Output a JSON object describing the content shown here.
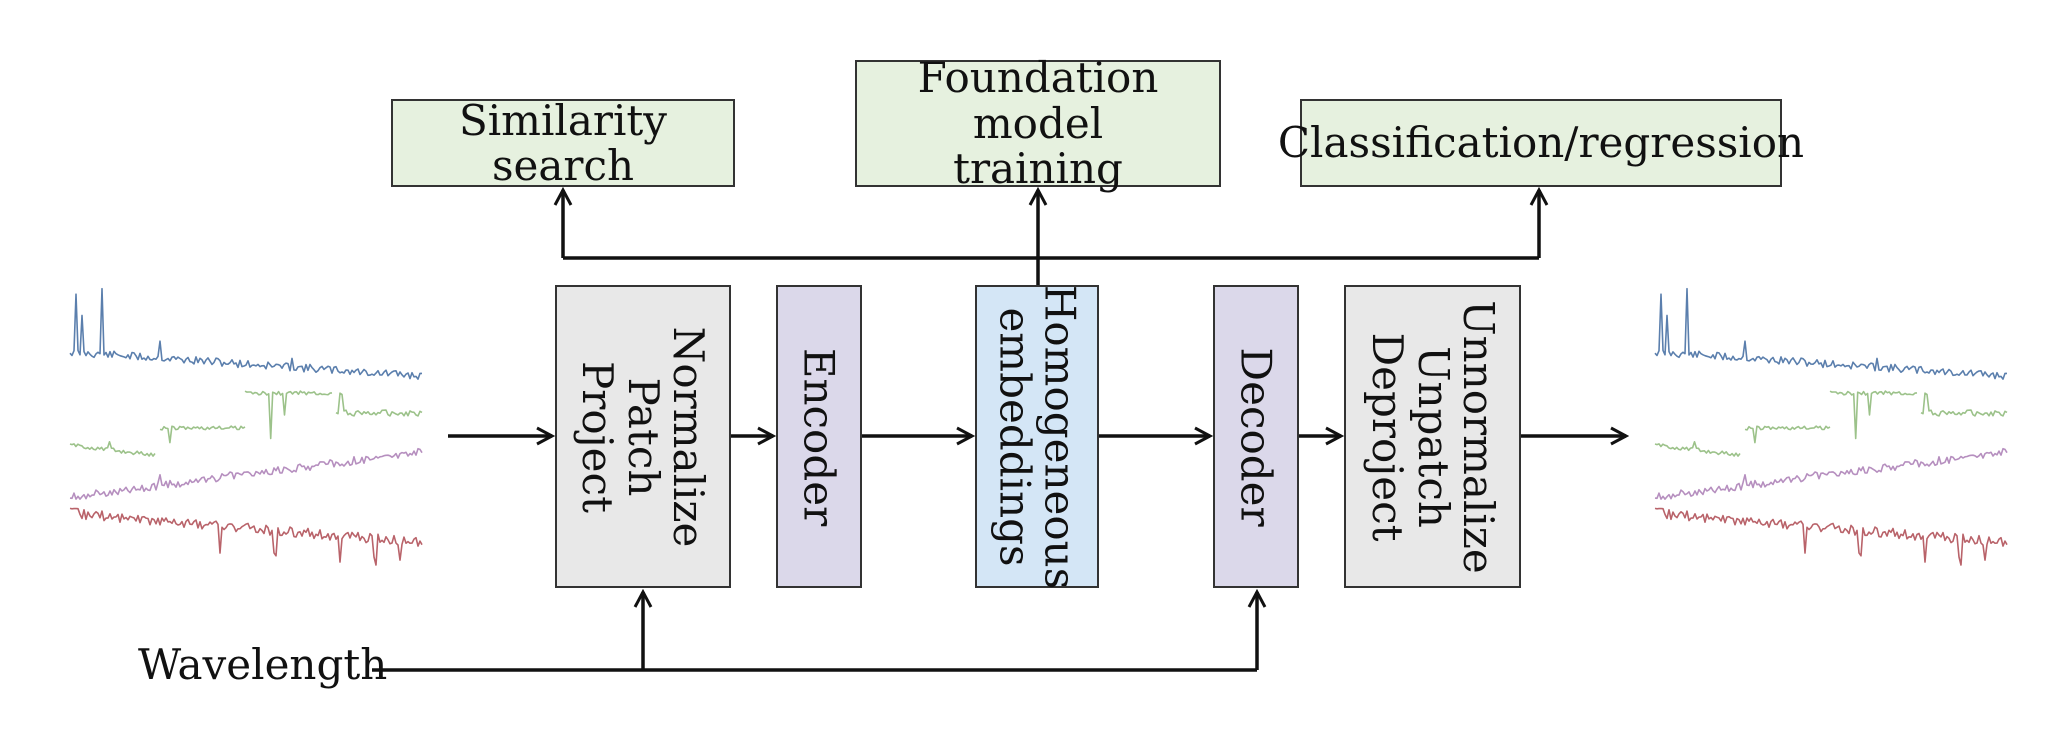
{
  "outputs": {
    "similarity": "Similarity search",
    "foundation": "Foundation model\ntraining",
    "classification": "Classification/regression"
  },
  "blocks": {
    "preprocess": "Normalize\nPatch\nProject",
    "encoder": "Encoder",
    "embeddings": "Homogeneous\nembeddings",
    "decoder": "Decoder",
    "postprocess": "Unnormalize\nUnpatch\nDeproject"
  },
  "inputs": {
    "wavelength": "Wavelength"
  },
  "colors": {
    "output_box": "#e6f1df",
    "gray_block": "#e8e8e8",
    "purple_block": "#dbd8ea",
    "blue_block": "#d4e6f6",
    "spectrum_blue": "#5b7fad",
    "spectrum_green": "#9cc28a",
    "spectrum_purple": "#b68fbf",
    "spectrum_red": "#b9636a"
  }
}
